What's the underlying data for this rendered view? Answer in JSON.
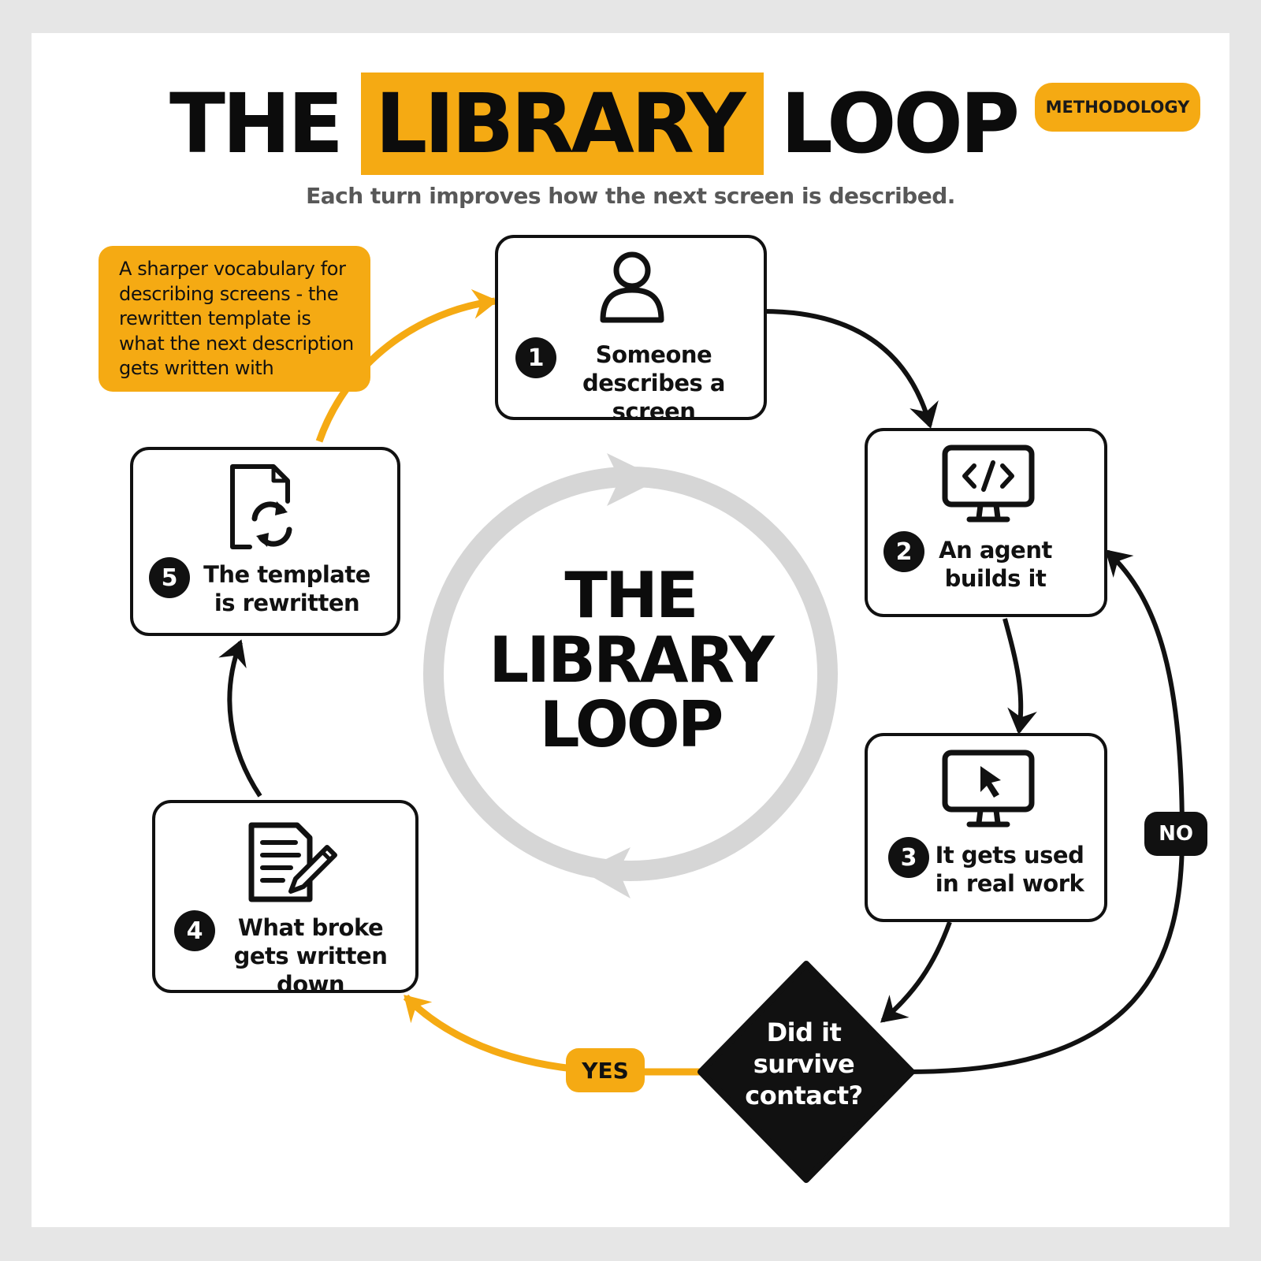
{
  "header": {
    "title_part1": "THE",
    "title_highlight": "LIBRARY",
    "title_part2": "LOOP",
    "badge": "METHODOLOGY",
    "subtitle": "Each turn improves how the next screen is described."
  },
  "steps": [
    {
      "number": "1",
      "line1": "Someone",
      "line2": "describes a screen",
      "icon": "person-icon"
    },
    {
      "number": "2",
      "line1": "An agent",
      "line2": "builds it",
      "icon": "monitor-code-icon"
    },
    {
      "number": "3",
      "line1": "It gets used",
      "line2": "in real work",
      "icon": "monitor-cursor-icon"
    },
    {
      "number": "4",
      "line1": "What broke",
      "line2": "gets written down",
      "icon": "document-pencil-icon"
    },
    {
      "number": "5",
      "line1": "The template",
      "line2": "is rewritten",
      "icon": "document-refresh-icon"
    }
  ],
  "center": {
    "line1": "THE",
    "line2": "LIBRARY",
    "line3": "LOOP"
  },
  "decision": {
    "line1": "Did it",
    "line2": "survive",
    "line3": "contact?",
    "yes": "YES",
    "no": "NO"
  },
  "note": "A sharper vocabulary for describing screens - the rewritten template is what the next description gets written with",
  "colors": {
    "accent": "#f5aa13",
    "ink": "#111111",
    "ring": "#d6d6d6",
    "background": "#e6e6e6"
  }
}
